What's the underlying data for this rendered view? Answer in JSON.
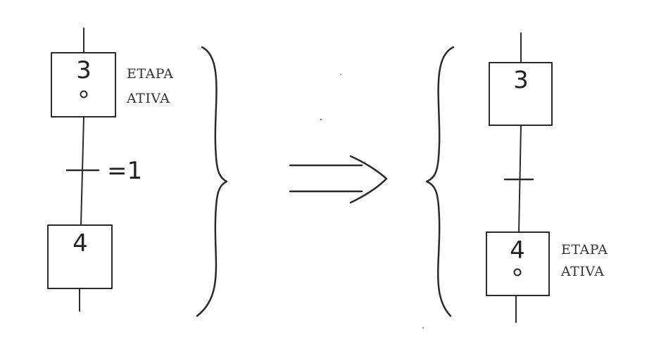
{
  "before": {
    "step_top": {
      "number": "3",
      "active": true
    },
    "step_bottom": {
      "number": "4",
      "active": false
    },
    "active_label_line1": "ETAPA",
    "active_label_line2": "ATIVA",
    "transition_condition": "=1"
  },
  "after": {
    "step_top": {
      "number": "3",
      "active": false
    },
    "step_bottom": {
      "number": "4",
      "active": true
    },
    "active_label_line1": "ETAPA",
    "active_label_line2": "ATIVA"
  },
  "colors": {
    "ink": "#2a2a2a",
    "background": "#ffffff"
  },
  "icons": {
    "implies_arrow": "double-arrow-right-icon",
    "active_token": "circle-token-icon"
  }
}
